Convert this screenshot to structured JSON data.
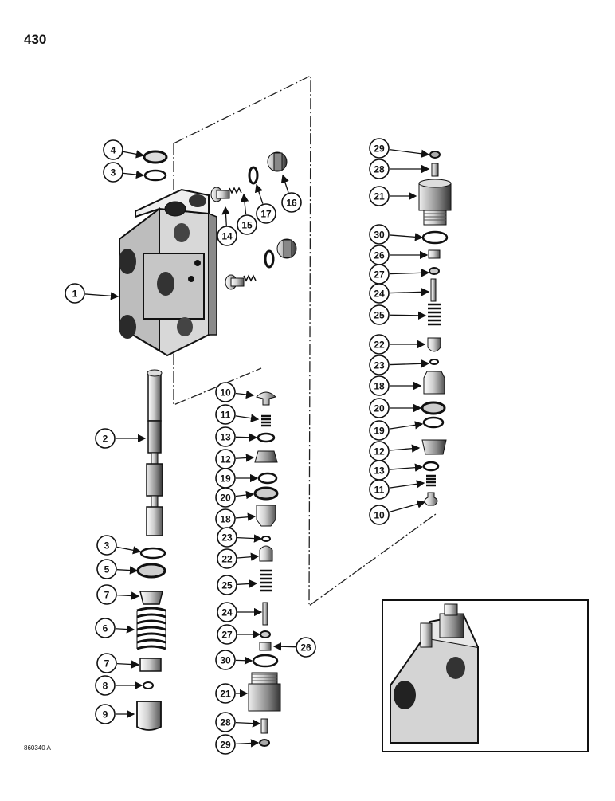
{
  "page": {
    "number": "430",
    "figure_code": "860340 A"
  },
  "callouts": [
    {
      "label": "4"
    },
    {
      "label": "3"
    },
    {
      "label": "1"
    },
    {
      "label": "14"
    },
    {
      "label": "15"
    },
    {
      "label": "17"
    },
    {
      "label": "16"
    },
    {
      "label": "2"
    },
    {
      "label": "3"
    },
    {
      "label": "5"
    },
    {
      "label": "7"
    },
    {
      "label": "6"
    },
    {
      "label": "7"
    },
    {
      "label": "8"
    },
    {
      "label": "9"
    },
    {
      "label": "10"
    },
    {
      "label": "11"
    },
    {
      "label": "13"
    },
    {
      "label": "12"
    },
    {
      "label": "19"
    },
    {
      "label": "20"
    },
    {
      "label": "18"
    },
    {
      "label": "23"
    },
    {
      "label": "22"
    },
    {
      "label": "25"
    },
    {
      "label": "24"
    },
    {
      "label": "27"
    },
    {
      "label": "26"
    },
    {
      "label": "30"
    },
    {
      "label": "21"
    },
    {
      "label": "28"
    },
    {
      "label": "29"
    },
    {
      "label": "29"
    },
    {
      "label": "28"
    },
    {
      "label": "21"
    },
    {
      "label": "30"
    },
    {
      "label": "26"
    },
    {
      "label": "27"
    },
    {
      "label": "24"
    },
    {
      "label": "25"
    },
    {
      "label": "22"
    },
    {
      "label": "23"
    },
    {
      "label": "18"
    },
    {
      "label": "20"
    },
    {
      "label": "19"
    },
    {
      "label": "12"
    },
    {
      "label": "13"
    },
    {
      "label": "11"
    },
    {
      "label": "10"
    }
  ],
  "colors": {
    "ink": "#111111",
    "paper": "#ffffff",
    "shade": "#bdbdbd"
  }
}
